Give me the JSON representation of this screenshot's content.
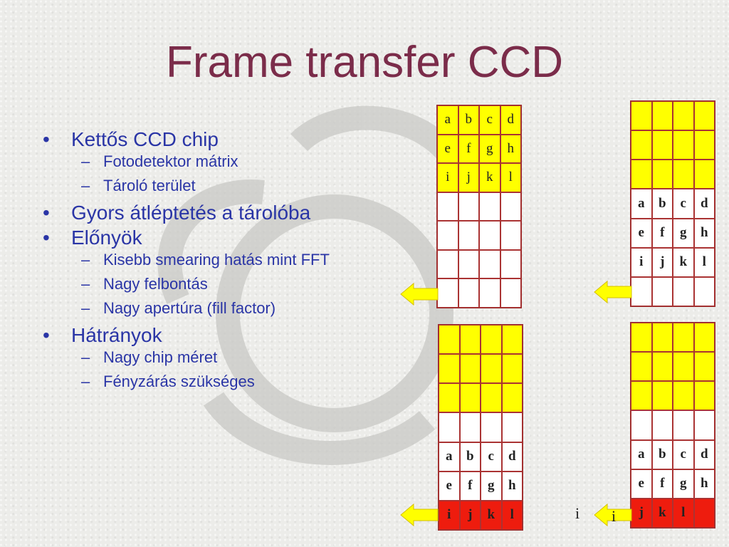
{
  "title": "Frame transfer CCD",
  "bullets": [
    {
      "text": "Kettős CCD chip",
      "sub": [
        "Fotodetektor mátrix",
        "Tároló terület"
      ]
    },
    {
      "text": "Gyors átléptetés a tárolóba",
      "sub": []
    },
    {
      "text": "Előnyök",
      "sub": [
        "Kisebb smearing hatás mint FFT",
        "Nagy felbontás",
        "Nagy apertúra (fill factor)"
      ]
    },
    {
      "text": "Hátrányok",
      "sub": [
        "Nagy chip méret",
        "Fényzárás szükséges"
      ]
    }
  ],
  "colors": {
    "yellow": "#ffff00",
    "red": "#ee1c0e",
    "title": "#7b2c4a",
    "bullet": "#2a35a6"
  },
  "diagrams": [
    {
      "name": "top-left",
      "rows": [
        [
          "a",
          "b",
          "c",
          "d"
        ],
        [
          "e",
          "f",
          "g",
          "h"
        ],
        [
          "i",
          "j",
          "k",
          "l"
        ],
        [
          "",
          "",
          "",
          ""
        ],
        [
          "",
          "",
          "",
          ""
        ],
        [
          "",
          "",
          "",
          ""
        ],
        [
          "",
          "",
          "",
          ""
        ]
      ],
      "fills": [
        "y",
        "y",
        "y",
        "w",
        "w",
        "w",
        "w"
      ],
      "bold": false
    },
    {
      "name": "top-right",
      "rows": [
        [
          "",
          "",
          "",
          ""
        ],
        [
          "",
          "",
          "",
          ""
        ],
        [
          "",
          "",
          "",
          ""
        ],
        [
          "a",
          "b",
          "c",
          "d"
        ],
        [
          "e",
          "f",
          "g",
          "h"
        ],
        [
          "i",
          "j",
          "k",
          "l"
        ],
        [
          "",
          "",
          "",
          ""
        ]
      ],
      "fills": [
        "y",
        "y",
        "y",
        "w",
        "w",
        "w",
        "w"
      ],
      "bold": true
    },
    {
      "name": "bottom-left",
      "rows": [
        [
          "",
          "",
          "",
          ""
        ],
        [
          "",
          "",
          "",
          ""
        ],
        [
          "",
          "",
          "",
          ""
        ],
        [
          "",
          "",
          "",
          ""
        ],
        [
          "a",
          "b",
          "c",
          "d"
        ],
        [
          "e",
          "f",
          "g",
          "h"
        ],
        [
          "i",
          "j",
          "k",
          "l"
        ]
      ],
      "fills": [
        "y",
        "y",
        "y",
        "w",
        "w",
        "w",
        "r"
      ],
      "bold": true
    },
    {
      "name": "bottom-right",
      "rows": [
        [
          "",
          "",
          "",
          ""
        ],
        [
          "",
          "",
          "",
          ""
        ],
        [
          "",
          "",
          "",
          ""
        ],
        [
          "",
          "",
          "",
          ""
        ],
        [
          "a",
          "b",
          "c",
          "d"
        ],
        [
          "e",
          "f",
          "g",
          "h"
        ],
        [
          "j",
          "k",
          "l",
          ""
        ]
      ],
      "fills": [
        "y",
        "y",
        "y",
        "w",
        "w",
        "w",
        "r"
      ],
      "bold": true
    }
  ],
  "shifted_labels": [
    "i",
    "i"
  ]
}
